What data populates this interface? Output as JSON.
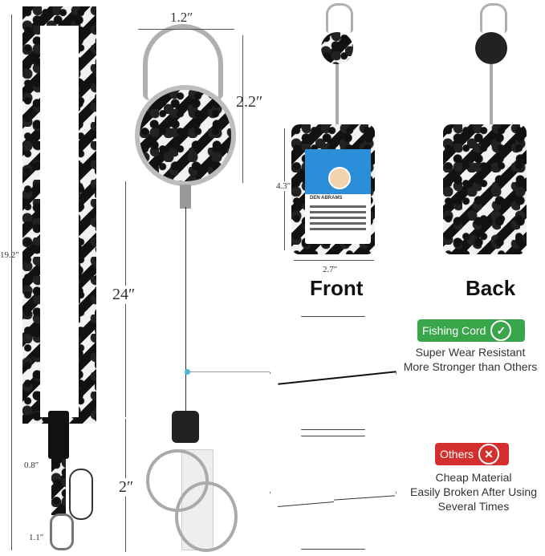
{
  "dimensions": {
    "reel_width": "1.2″",
    "reel_height": "2.2″",
    "lanyard_length": "19.2″",
    "cord_length": "24″",
    "clip_length": "2″",
    "buckle_width": "0.8″",
    "strap_width": "1.1″",
    "holder_height": "4.3″",
    "holder_width": "2.7″"
  },
  "views": {
    "front": "Front",
    "back": "Back"
  },
  "id_card": {
    "name": "DEN ABRAMS"
  },
  "comparison": {
    "good": {
      "badge": "Fishing Cord",
      "color": "#3aa64a",
      "caption_line1": "Super Wear Resistant",
      "caption_line2": "More Stronger than Others"
    },
    "bad": {
      "badge": "Others",
      "color": "#d32f2f",
      "caption_line1": "Cheap Material",
      "caption_line2": "Easily Broken After Using",
      "caption_line3": "Several Times"
    }
  },
  "icons": {
    "good_mark": "check-icon",
    "bad_mark": "x-icon"
  }
}
